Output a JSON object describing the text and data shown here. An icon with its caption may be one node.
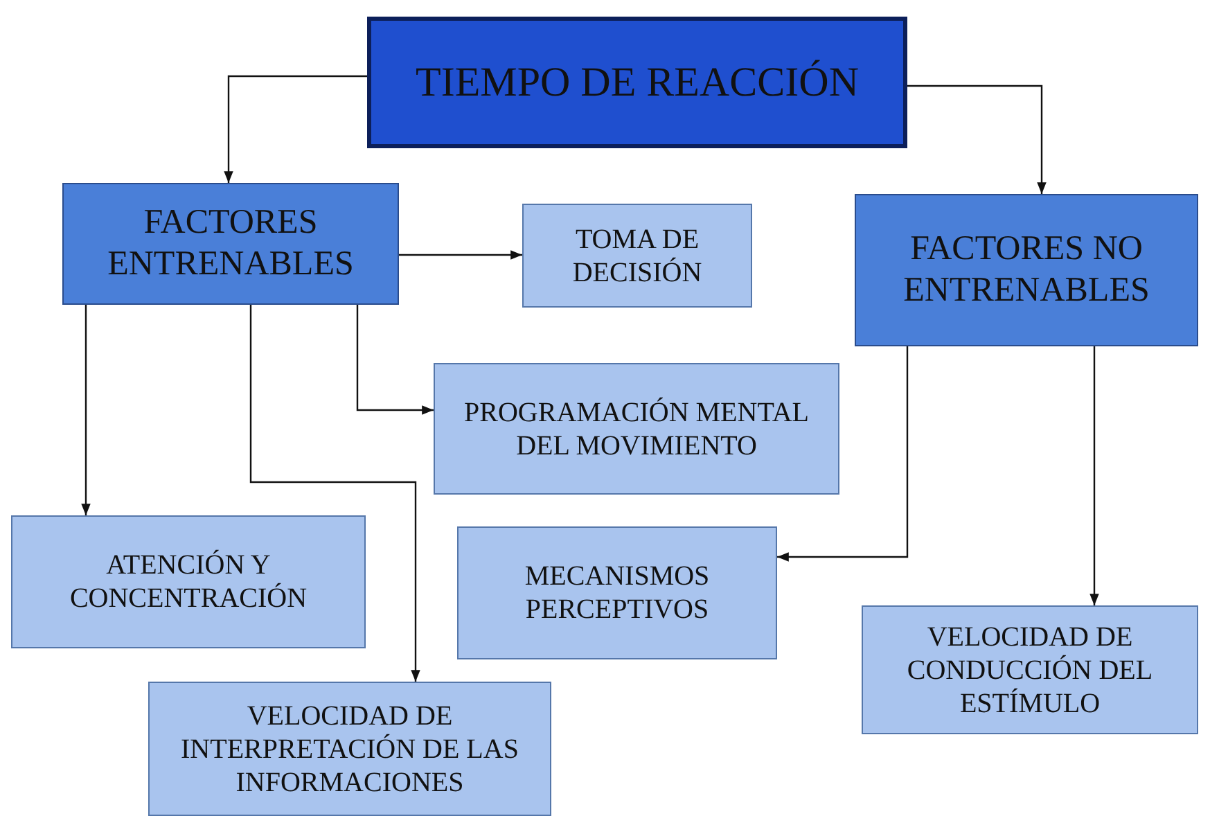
{
  "diagram": {
    "nodes": [
      {
        "text": [
          "TIEMPO DE REACCIÓN"
        ]
      },
      {
        "text": [
          "FACTORES ENTRENABLES"
        ]
      },
      {
        "text": [
          "TOMA DE DECISIÓN"
        ]
      },
      {
        "text": [
          "FACTORES NO ENTRENABLES"
        ]
      },
      {
        "text": [
          "PROGRAMACIÓN MENTAL DEL MOVIMIENTO"
        ]
      },
      {
        "text": [
          "ATENCIÓN Y CONCENTRACIÓN"
        ]
      },
      {
        "text": [
          "MECANISMOS PERCEPTIVOS"
        ]
      },
      {
        "text": [
          "VELOCIDAD DE CONDUCCIÓN DEL ESTÍMULO"
        ]
      },
      {
        "text": [
          "VELOCIDAD DE INTERPRETACIÓN DE LAS INFORMACIONES"
        ]
      }
    ],
    "edges": [
      {
        "from": 0,
        "to": 1,
        "arrow": "to"
      },
      {
        "from": 0,
        "to": 3,
        "arrow": "to"
      },
      {
        "from": 1,
        "to": 2,
        "arrow": "to"
      },
      {
        "from": 1,
        "to": 4,
        "arrow": "to"
      },
      {
        "from": 1,
        "to": 5,
        "arrow": "to"
      },
      {
        "from": 1,
        "to": 8,
        "arrow": "to"
      },
      {
        "from": 3,
        "to": 6,
        "arrow": "to"
      },
      {
        "from": 3,
        "to": 7,
        "arrow": "to"
      }
    ]
  }
}
